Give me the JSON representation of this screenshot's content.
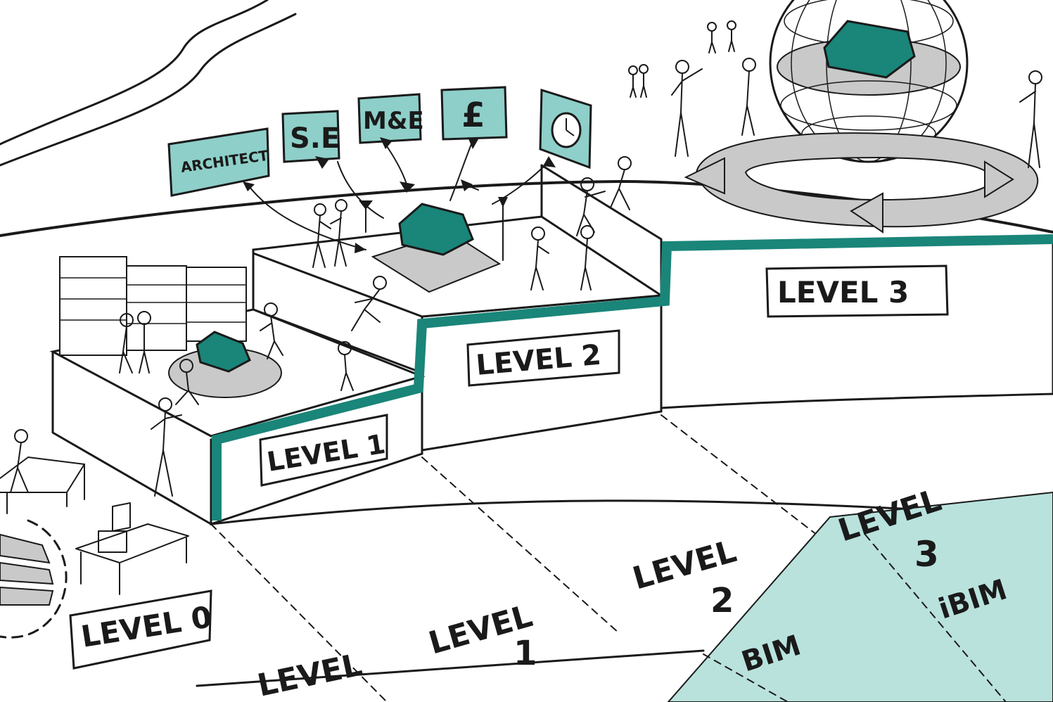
{
  "colors": {
    "teal": "#1a8579",
    "teal_light": "#8ecfc9",
    "teal_pale": "#b9e2dd",
    "grey": "#c9c9c9",
    "ink": "#1a1a1a"
  },
  "roles": {
    "architect": "ARCHITECT",
    "se": "S.E",
    "me": "M&E",
    "pound": "£",
    "clock_icon": "clock-icon"
  },
  "steps": {
    "level0": "LEVEL 0",
    "level1": "LEVEL 1",
    "level2": "LEVEL 2",
    "level3": "LEVEL 3"
  },
  "floor": {
    "level0": {
      "word": "LEVEL",
      "num": ""
    },
    "level1": {
      "word": "LEVEL",
      "num": "1"
    },
    "level2": {
      "word": "LEVEL",
      "num": "2"
    },
    "level3": {
      "word": "LEVEL",
      "num": "3"
    },
    "bim": "BIM",
    "ibim": "iBIM"
  }
}
